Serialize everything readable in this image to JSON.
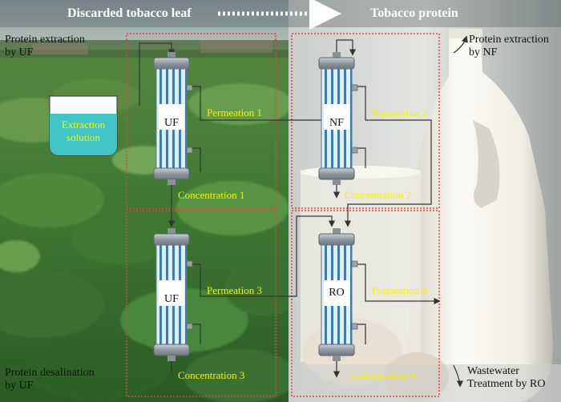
{
  "header": {
    "left_title": "Discarded tobacco leaf",
    "right_title": "Tobacco protein"
  },
  "stages": {
    "uf_extraction": "Protein extraction\nby UF",
    "nf_extraction": "Protein extraction\nby NF",
    "uf_desalination": "Protein desalination\nby UF",
    "ro_treatment": "Wastewater\nTreatment by RO"
  },
  "tank": {
    "label": "Extraction\nsolution"
  },
  "units": {
    "uf1": "UF",
    "nf": "NF",
    "uf2": "UF",
    "ro": "RO"
  },
  "streams": {
    "permeation_1": "Permeation 1",
    "permeation_2": "Permeation 2",
    "permeation_3": "Permeation 3",
    "permeation_4": "Permeation 4",
    "concentration_1": "Concentration 1",
    "concentration_2": "Concentration 2",
    "concentration_3": "Concentration 3",
    "concentration_4": "Concentration 4"
  },
  "colors": {
    "boundary": "#e8413a",
    "stream_text": "#f4f400",
    "membrane_blue": "#2f7fc8",
    "membrane_light": "#bfe6ff",
    "solution": "#3fc4c8",
    "leaf_green": "#3f7a32",
    "milk": "#f2efe6"
  }
}
